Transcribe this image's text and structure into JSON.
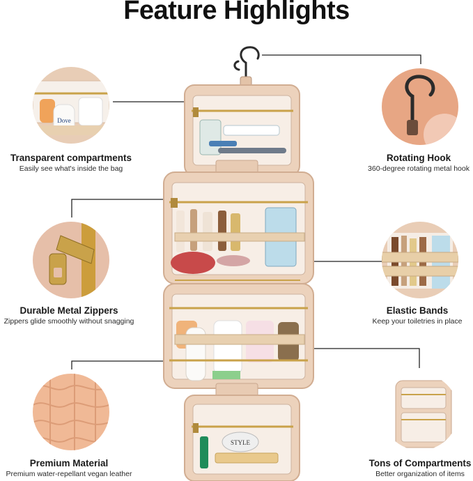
{
  "page": {
    "title": "Feature Highlights"
  },
  "features": [
    {
      "name": "Transparent compartments",
      "desc": "Easily see what's inside the bag"
    },
    {
      "name": "Rotating Hook",
      "desc": "360-degree rotating metal hook"
    },
    {
      "name": "Durable Metal Zippers",
      "desc": "Zippers glide smoothly without snagging"
    },
    {
      "name": "Elastic Bands",
      "desc": "Keep your toiletries in place"
    },
    {
      "name": "Premium Material",
      "desc": "Premium water-repellant vegan leather"
    },
    {
      "name": "Tons of Compartments",
      "desc": "Better organization of items"
    }
  ],
  "product_labels": {
    "dove": "Dove",
    "style": "STYLE"
  },
  "colors": {
    "bag": "#ecd2bc",
    "bag_dark": "#d9b79c",
    "zipper": "#c9a24a",
    "text": "#1a1a1a"
  }
}
